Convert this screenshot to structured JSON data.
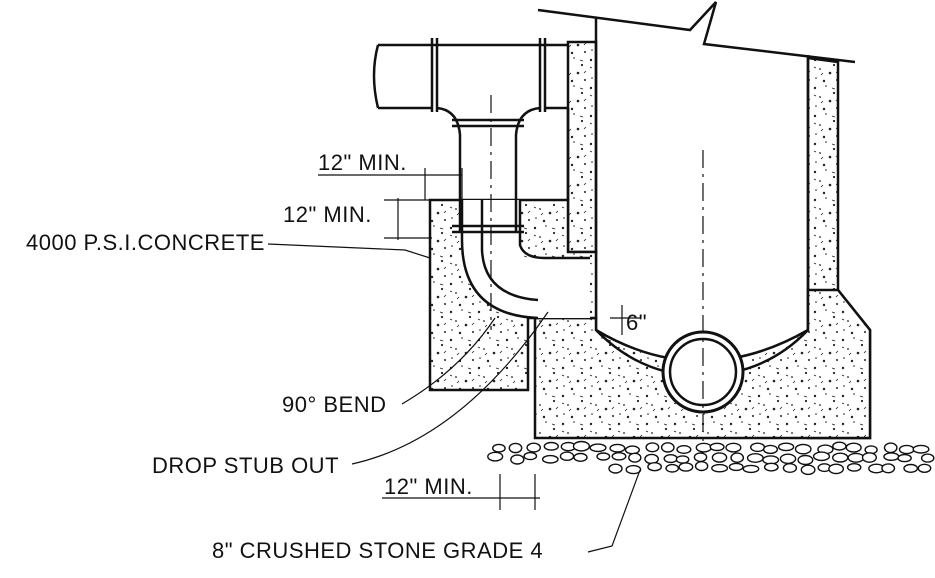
{
  "labels": {
    "min_top": "12\" MIN.",
    "min_mid": "12\" MIN.",
    "concrete": "4000 P.S.I.CONCRETE",
    "six_inch": "6\"",
    "bend": "90° BEND",
    "stub": "DROP STUB OUT",
    "min_bottom": "12\" MIN.",
    "stone": "8\" CRUSHED STONE GRADE 4"
  },
  "colors": {
    "line": "#111111",
    "background": "#ffffff",
    "fill": "#ffffff"
  }
}
